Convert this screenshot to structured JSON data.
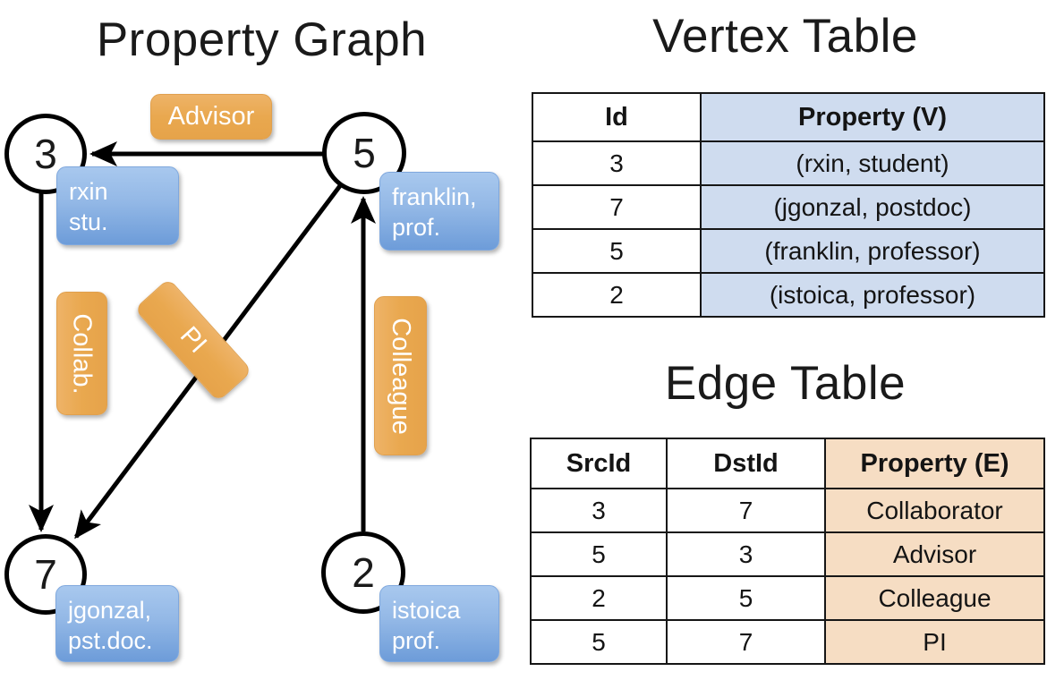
{
  "titles": {
    "property_graph": "Property Graph",
    "vertex_table": "Vertex Table",
    "edge_table": "Edge Table"
  },
  "colors": {
    "vertex_property_fill": "#cfdcef",
    "edge_property_fill": "#f6ddc3",
    "node_box_blue": "#93b8e6",
    "edge_label_orange": "#e9a84f",
    "stroke": "#000000"
  },
  "graph": {
    "nodes": [
      {
        "id": "3",
        "property": "rxin\nstu.",
        "prop_line1": "rxin",
        "prop_line2": "stu."
      },
      {
        "id": "5",
        "property": "franklin,\nprof.",
        "prop_line1": "franklin,",
        "prop_line2": "prof."
      },
      {
        "id": "7",
        "property": "jgonzal,\npst.doc.",
        "prop_line1": "jgonzal,",
        "prop_line2": "pst.doc."
      },
      {
        "id": "2",
        "property": "istoica\nprof.",
        "prop_line1": "istoica",
        "prop_line2": "prof."
      }
    ],
    "edge_labels": [
      {
        "name": "advisor",
        "label": "Advisor",
        "orientation": "horizontal"
      },
      {
        "name": "collab",
        "label": "Collab.",
        "orientation": "vertical"
      },
      {
        "name": "pi",
        "label": "PI",
        "orientation": "diagonal"
      },
      {
        "name": "colleague",
        "label": "Colleague",
        "orientation": "vertical"
      }
    ],
    "edges": [
      {
        "src": "5",
        "dst": "3",
        "label": "Advisor"
      },
      {
        "src": "3",
        "dst": "7",
        "label": "Collab."
      },
      {
        "src": "5",
        "dst": "7",
        "label": "PI"
      },
      {
        "src": "2",
        "dst": "5",
        "label": "Colleague"
      }
    ]
  },
  "vertex_table": {
    "headers": [
      "Id",
      "Property (V)"
    ],
    "rows": [
      {
        "id": "3",
        "property": "(rxin, student)"
      },
      {
        "id": "7",
        "property": "(jgonzal, postdoc)"
      },
      {
        "id": "5",
        "property": "(franklin, professor)"
      },
      {
        "id": "2",
        "property": "(istoica, professor)"
      }
    ]
  },
  "edge_table": {
    "headers": [
      "SrcId",
      "DstId",
      "Property (E)"
    ],
    "rows": [
      {
        "src": "3",
        "dst": "7",
        "property": "Collaborator"
      },
      {
        "src": "5",
        "dst": "3",
        "property": "Advisor"
      },
      {
        "src": "2",
        "dst": "5",
        "property": "Colleague"
      },
      {
        "src": "5",
        "dst": "7",
        "property": "PI"
      }
    ]
  }
}
